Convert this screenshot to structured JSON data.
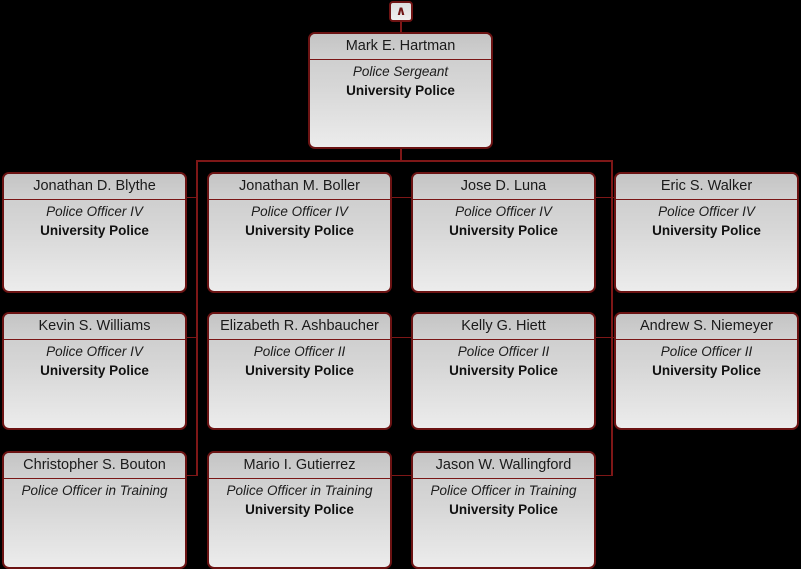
{
  "chart": {
    "background_color": "#000000",
    "card_border_color": "#6b1313",
    "connector_color": "#7e1717",
    "toggle": {
      "icon": "∧",
      "label": "collapse-toggle"
    }
  },
  "root": {
    "name": "Mark E. Hartman",
    "title": "Police Sergeant",
    "org": "University Police"
  },
  "rows": [
    {
      "cards": [
        {
          "name": "Jonathan D. Blythe",
          "title": "Police Officer IV",
          "org": "University Police"
        },
        {
          "name": "Jonathan M. Boller",
          "title": "Police Officer IV",
          "org": "University Police"
        },
        {
          "name": "Jose D. Luna",
          "title": "Police Officer IV",
          "org": "University Police"
        },
        {
          "name": "Eric S. Walker",
          "title": "Police Officer IV",
          "org": "University Police"
        }
      ]
    },
    {
      "cards": [
        {
          "name": "Kevin S. Williams",
          "title": "Police Officer IV",
          "org": "University Police"
        },
        {
          "name": "Elizabeth R. Ashbaucher",
          "title": "Police Officer II",
          "org": "University Police"
        },
        {
          "name": "Kelly G. Hiett",
          "title": "Police Officer II",
          "org": "University Police"
        },
        {
          "name": "Andrew S. Niemeyer",
          "title": "Police Officer II",
          "org": "University Police"
        }
      ]
    },
    {
      "cards": [
        {
          "name": "Christopher S. Bouton",
          "title": "Police Officer in Training",
          "org": ""
        },
        {
          "name": "Mario I. Gutierrez",
          "title": "Police Officer in Training",
          "org": "University Police"
        },
        {
          "name": "Jason W. Wallingford",
          "title": "Police Officer in Training",
          "org": "University Police"
        }
      ]
    }
  ]
}
